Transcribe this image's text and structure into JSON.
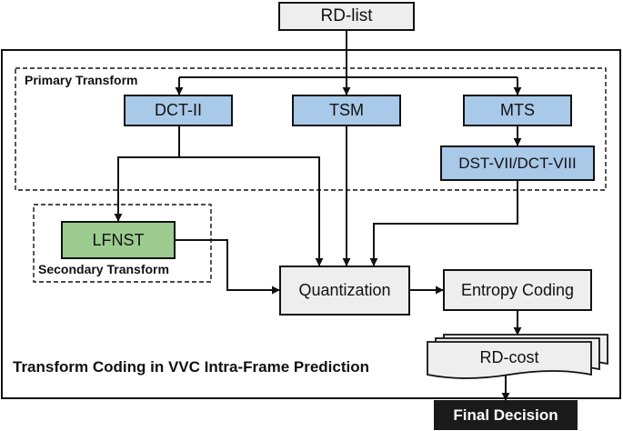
{
  "diagram": {
    "rd_list": "RD-list",
    "primary_label": "Primary Transform",
    "secondary_label": "Secondary Transform",
    "dct2": "DCT-II",
    "tsm": "TSM",
    "mts": "MTS",
    "dst_dct": "DST-VII/DCT-VIII",
    "lfnst": "LFNST",
    "quantization": "Quantization",
    "entropy": "Entropy Coding",
    "rd_cost": "RD-cost",
    "final": "Final Decision",
    "caption": "Transform Coding in VVC Intra-Frame Prediction",
    "colors": {
      "transform_fill": "#a9c9e8",
      "lfnst_fill": "#9ccc8f",
      "neutral_fill": "#eeeeee",
      "final_fill": "#1a1a1a"
    }
  }
}
